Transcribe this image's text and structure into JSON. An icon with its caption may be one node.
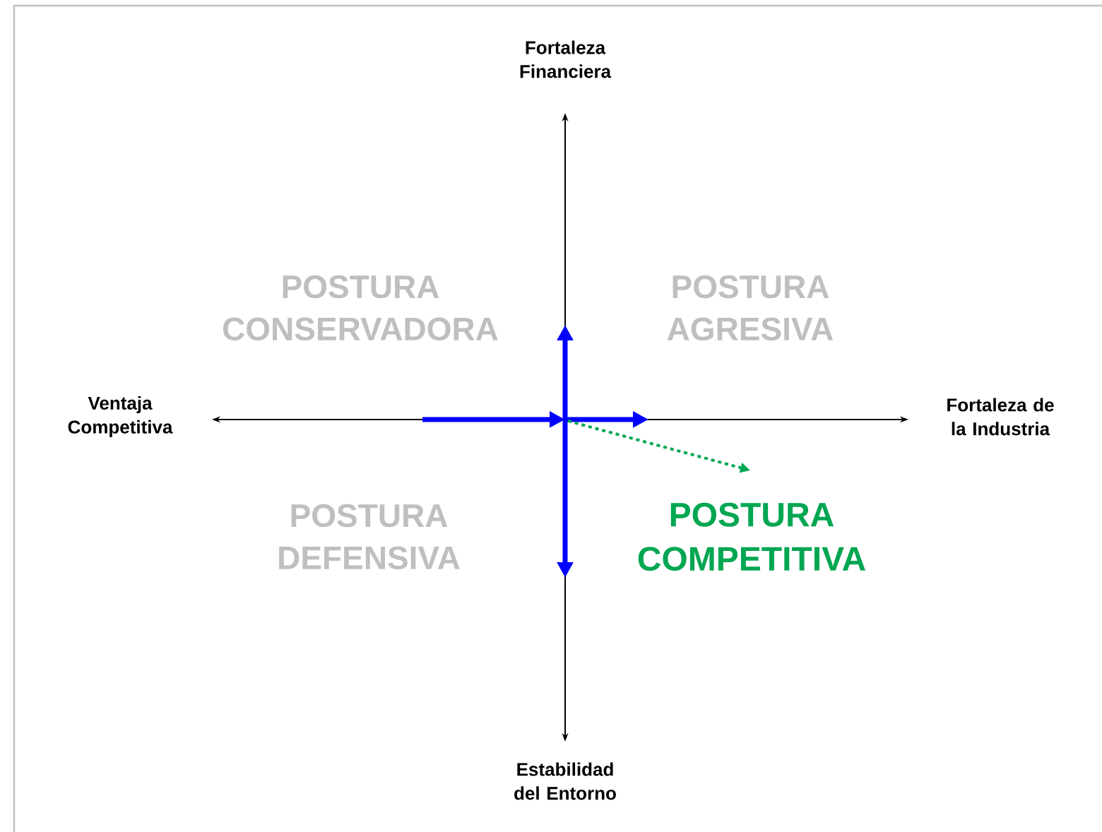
{
  "diagram": {
    "labels": [
      "Fortaleza Financiera",
      "POSTURA CONSERVADORA",
      "POSTURA AGRESIVA",
      "Ventaja Competitiva",
      "Fortaleza de la Industria",
      "POSTURA DEFENSIVA",
      "POSTURA COMPETITIVA",
      "Estabilidad del Entorno"
    ]
  }
}
